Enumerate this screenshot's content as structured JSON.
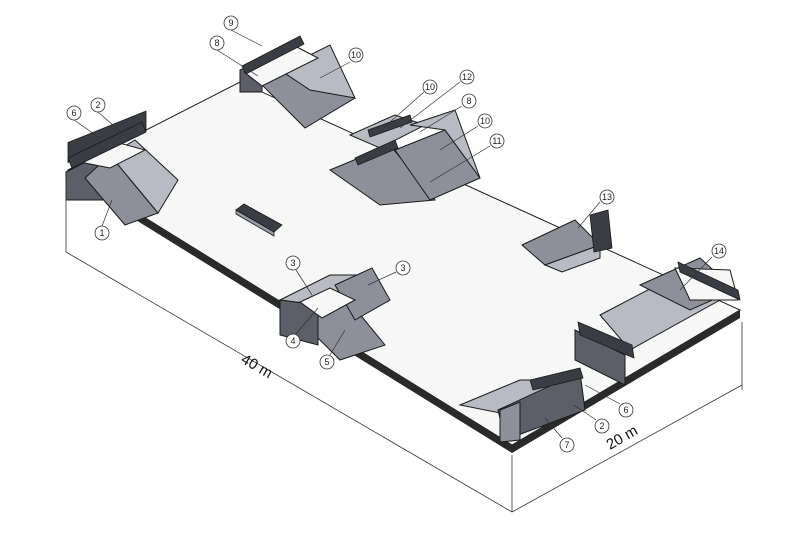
{
  "dimensions": {
    "length_label": "40 m",
    "width_label": "20 m"
  },
  "callouts": [
    {
      "id": "c1",
      "label": "1"
    },
    {
      "id": "c2a",
      "label": "2"
    },
    {
      "id": "c6a",
      "label": "6"
    },
    {
      "id": "c9",
      "label": "9"
    },
    {
      "id": "c8a",
      "label": "8"
    },
    {
      "id": "c10a",
      "label": "10"
    },
    {
      "id": "c10b",
      "label": "10"
    },
    {
      "id": "c12",
      "label": "12"
    },
    {
      "id": "c8b",
      "label": "8"
    },
    {
      "id": "c10c",
      "label": "10"
    },
    {
      "id": "c11",
      "label": "11"
    },
    {
      "id": "c13",
      "label": "13"
    },
    {
      "id": "c14",
      "label": "14"
    },
    {
      "id": "c3a",
      "label": "3"
    },
    {
      "id": "c3b",
      "label": "3"
    },
    {
      "id": "c4",
      "label": "4"
    },
    {
      "id": "c5",
      "label": "5"
    },
    {
      "id": "c6b",
      "label": "6"
    },
    {
      "id": "c2b",
      "label": "2"
    },
    {
      "id": "c7",
      "label": "7"
    }
  ]
}
